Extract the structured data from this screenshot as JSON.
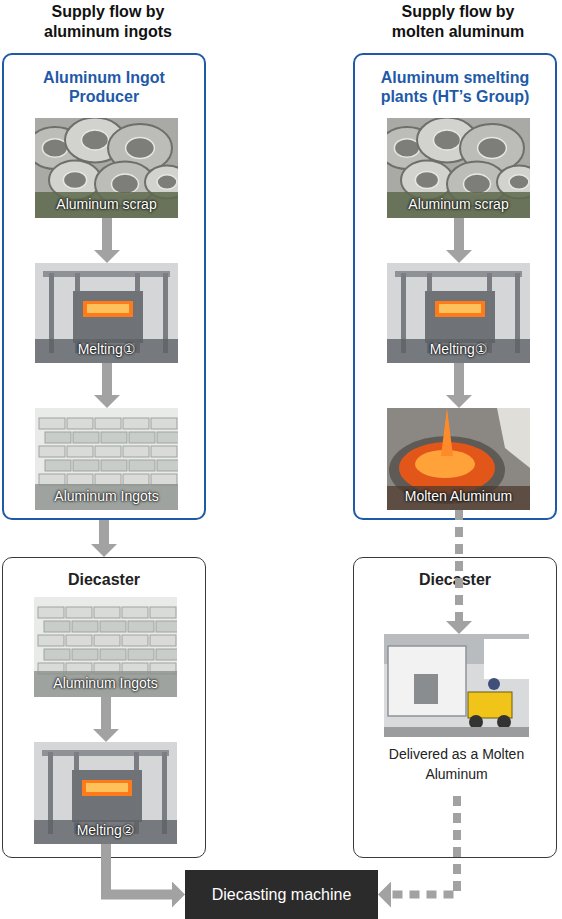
{
  "diagram": {
    "nodes": [
      {
        "text": [
          "Aluminum Ingot Producer"
        ]
      },
      {
        "text": [
          "Aluminum scrap"
        ],
        "in": 0
      },
      {
        "text": [
          "Melting①"
        ],
        "in": 0
      },
      {
        "text": [
          "Aluminum Ingots"
        ],
        "in": 0
      },
      {
        "text": [
          "Aluminum smelting plants (HT’s Group)"
        ]
      },
      {
        "text": [
          "Aluminum scrap"
        ],
        "in": 4
      },
      {
        "text": [
          "Melting①"
        ],
        "in": 4
      },
      {
        "text": [
          "Molten Aluminum"
        ],
        "in": 4
      },
      {
        "text": [
          "Diecaster"
        ]
      },
      {
        "text": [
          "Aluminum Ingots"
        ],
        "in": 8
      },
      {
        "text": [
          "Melting②"
        ],
        "in": 8
      },
      {
        "text": [
          "Diecaster"
        ]
      },
      {
        "text": [
          "Delivered as a Molten Aluminum"
        ],
        "in": 11
      },
      {
        "text": [
          "Diecasting machine"
        ]
      }
    ],
    "edges": [
      {
        "from": 1,
        "to": 2,
        "arrow": "to"
      },
      {
        "from": 2,
        "to": 3,
        "arrow": "to"
      },
      {
        "from": 0,
        "to": 8,
        "arrow": "to"
      },
      {
        "from": 9,
        "to": 10,
        "arrow": "to"
      },
      {
        "from": 10,
        "to": 13,
        "arrow": "to"
      },
      {
        "from": 5,
        "to": 6,
        "arrow": "to"
      },
      {
        "from": 6,
        "to": 7,
        "arrow": "to"
      },
      {
        "from": 7,
        "to": 12,
        "arrow": "to"
      },
      {
        "from": 12,
        "to": 13,
        "arrow": "to"
      }
    ],
    "labels": [
      "Supply flow by aluminum ingots",
      "Supply flow by molten aluminum"
    ]
  }
}
